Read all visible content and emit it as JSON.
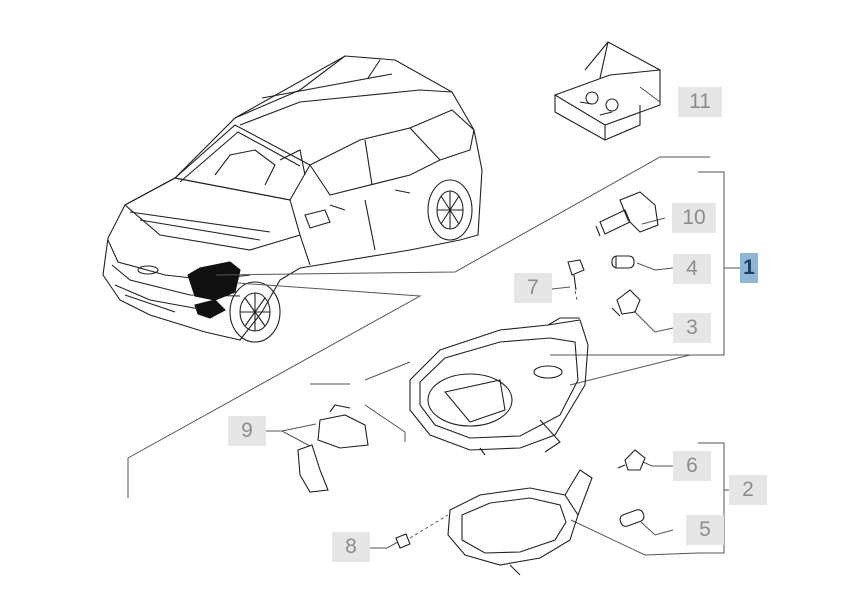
{
  "labels": {
    "p1": "1",
    "p2": "2",
    "p3": "3",
    "p4": "4",
    "p5": "5",
    "p6": "6",
    "p7": "7",
    "p8": "8",
    "p9": "9",
    "p10": "10",
    "p11": "11"
  },
  "colors": {
    "active_label_bg": "#8fb6d4",
    "label_bg": "#e6e6e6",
    "line": "#222222"
  }
}
